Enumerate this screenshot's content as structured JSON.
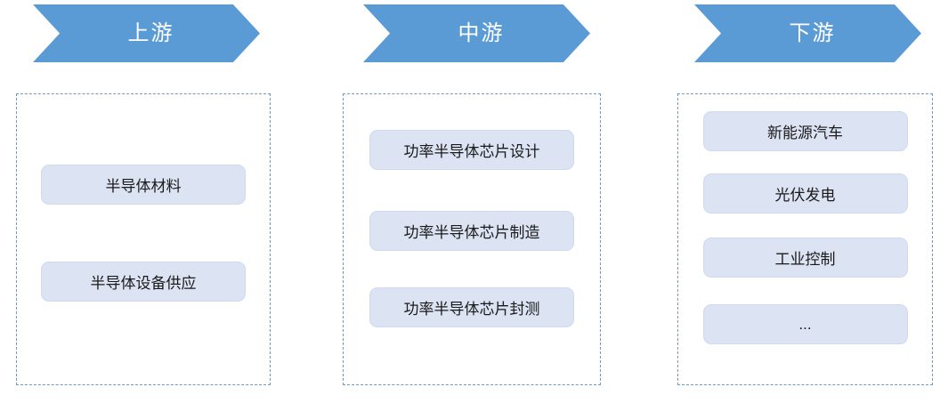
{
  "diagram": {
    "type": "industry-chain-flow",
    "columns": [
      {
        "header": "上游",
        "items": [
          "半导体材料",
          "半导体设备供应"
        ]
      },
      {
        "header": "中游",
        "items": [
          "功率半导体芯片设计",
          "功率半导体芯片制造",
          "功率半导体芯片封测"
        ]
      },
      {
        "header": "下游",
        "items": [
          "新能源汽车",
          "光伏发电",
          "工业控制",
          "..."
        ]
      }
    ],
    "colors": {
      "arrow_fill": "#5b9bd5",
      "arrow_text": "#ffffff",
      "dashed_border": "#6e9bc3",
      "item_fill": "#dce3f3",
      "item_border": "#cfdaf0",
      "item_text": "#1a1a1a",
      "background": "#ffffff"
    }
  }
}
